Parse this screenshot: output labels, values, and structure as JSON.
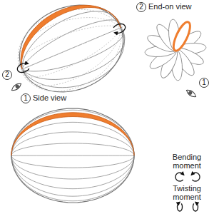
{
  "diagram": {
    "labels": [
      "2",
      "End-on view",
      "2",
      "1",
      "1",
      "Side view"
    ],
    "legend": [
      {
        "text": "Bending moment"
      },
      {
        "text": "Twisting moment"
      }
    ]
  }
}
